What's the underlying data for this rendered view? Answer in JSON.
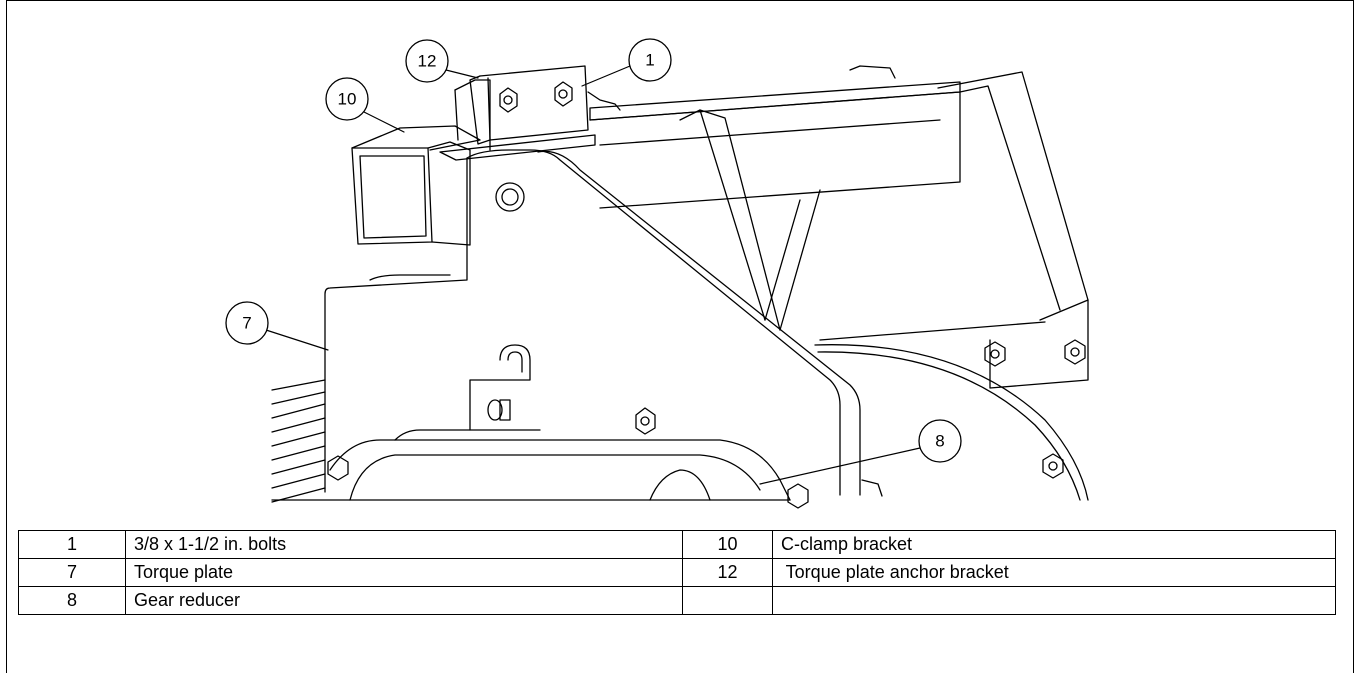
{
  "callouts": [
    {
      "id": "c12",
      "number": "12"
    },
    {
      "id": "c1",
      "number": "1"
    },
    {
      "id": "c10",
      "number": "10"
    },
    {
      "id": "c7",
      "number": "7"
    },
    {
      "id": "c8",
      "number": "8"
    }
  ],
  "parts_table": {
    "rows": [
      {
        "num_a": "1",
        "desc_a": "3/8 x 1-1/2 in. bolts",
        "num_b": "10",
        "desc_b": "C-clamp bracket"
      },
      {
        "num_a": "7",
        "desc_a": "Torque plate",
        "num_b": "12",
        "desc_b": " Torque plate anchor bracket"
      },
      {
        "num_a": "8",
        "desc_a": "Gear reducer",
        "num_b": "",
        "desc_b": ""
      }
    ]
  }
}
